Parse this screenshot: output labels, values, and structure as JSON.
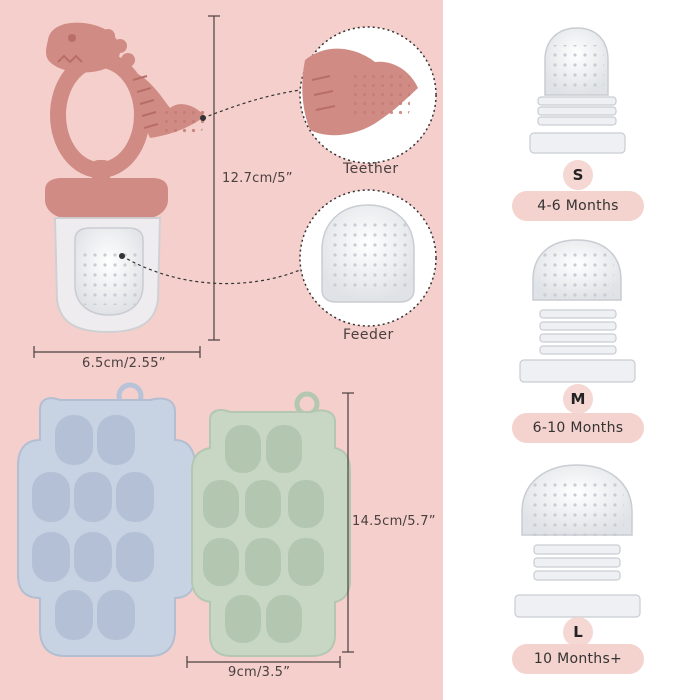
{
  "feeder_product": {
    "height_dimension": "12.7cm/5”",
    "width_dimension": "6.5cm/2.55”",
    "teether_label": "Teether",
    "feeder_label": "Feeder"
  },
  "freezer_tray": {
    "height_dimension": "14.5cm/5.7”",
    "width_dimension": "9cm/3.5”"
  },
  "nipple_sizes": [
    {
      "size": "S",
      "age": "4-6 Months"
    },
    {
      "size": "M",
      "age": "6-10 Months"
    },
    {
      "size": "L",
      "age": "10 Months+"
    }
  ],
  "colors": {
    "background_left": "#f5cfcb",
    "teether_pink": "#d08c84",
    "tray_blue": "#c7d2e3",
    "tray_green": "#c7d7c4",
    "pill_pink": "#f4d2cd"
  }
}
